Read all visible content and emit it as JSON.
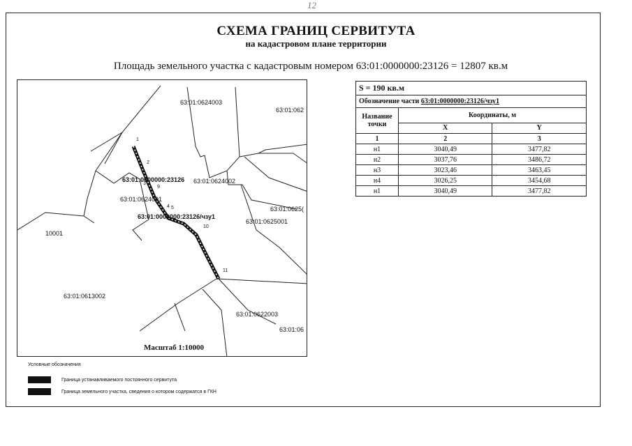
{
  "page_number": "12",
  "title": "СХЕМА ГРАНИЦ СЕРВИТУТА",
  "subtitle": "на кадастровом плане территории",
  "area_line": "Площадь земельного участка с кадастровым номером 63:01:0000000:23126 = 12807 кв.м",
  "map": {
    "labels": {
      "q0624003": "63:01:0624003",
      "q0624_right": "63:01:062⁣",
      "main_parcel": "63:01:0000000:23126",
      "q0624002": "63:01:0624002",
      "q0624001": "63:01:0624001",
      "q0625_right": "63:01:0625(",
      "servitude": "63:01:0000000:23126/чзу1",
      "q0625001": "63:01:0625001",
      "q10001": "10001",
      "q0613002": "63:01:0613002",
      "q0622003": "63:01:0622003",
      "q01_06": "63:01:06"
    },
    "points": {
      "p1": "1",
      "p2": "2",
      "p3": "3",
      "p9": "9",
      "p4": "4",
      "p5": "5",
      "p10": "10",
      "p11": "11"
    },
    "scale": "Масштаб 1:10000"
  },
  "table": {
    "area": "S = 190 кв.м",
    "part_label": "Обозначение части",
    "part_value": "63:01:0000000:23126/чзу1",
    "col_name": "Название точки",
    "col_coords": "Координаты, м",
    "col_x": "X",
    "col_y": "Y",
    "col_num_1": "1",
    "col_num_2": "2",
    "col_num_3": "3",
    "rows": [
      {
        "name": "н1",
        "x": "3040,49",
        "y": "3477,82"
      },
      {
        "name": "н2",
        "x": "3037,76",
        "y": "3486,72"
      },
      {
        "name": "н3",
        "x": "3023,46",
        "y": "3463,45"
      },
      {
        "name": "н4",
        "x": "3026,25",
        "y": "3454,68"
      },
      {
        "name": "н1",
        "x": "3040,49",
        "y": "3477,82"
      }
    ]
  },
  "legend": {
    "title": "Условные обозначения",
    "items": [
      {
        "label": "Граница устанавливаемого постоянного сервитута"
      },
      {
        "label": "Граница земельного участка, сведения о котором содержатся в ГКН"
      }
    ]
  }
}
